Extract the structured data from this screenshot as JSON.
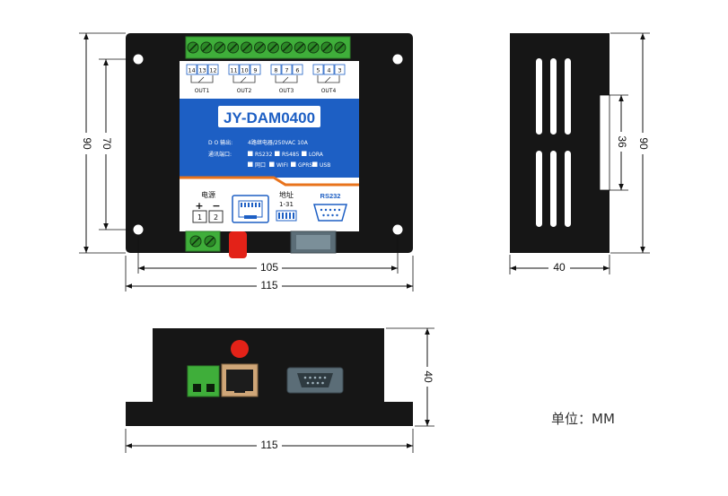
{
  "product": {
    "model": "JY-DAM0400",
    "do_output_label": "D O 输出:",
    "do_output_value": "4路继电器/250VAC 10A",
    "comm_label": "通讯端口:",
    "comm_options_row1": [
      "RS232",
      "RS485",
      "LORA"
    ],
    "comm_options_row2": [
      "网口",
      "WIFI",
      "GPRS",
      "USB"
    ]
  },
  "relay_groups": [
    {
      "pins": [
        "14",
        "13",
        "12"
      ],
      "label": "OUT1"
    },
    {
      "pins": [
        "11",
        "10",
        "9"
      ],
      "label": "OUT2"
    },
    {
      "pins": [
        "8",
        "7",
        "6"
      ],
      "label": "OUT3"
    },
    {
      "pins": [
        "5",
        "4",
        "3"
      ],
      "label": "OUT4"
    }
  ],
  "bottom_labels": {
    "power": "电源",
    "plus": "+",
    "minus": "−",
    "pin1": "1",
    "pin2": "2",
    "address": "地址",
    "address_range": "1-31",
    "rs232": "RS232"
  },
  "dimensions": {
    "front_height": "90",
    "front_inner_height": "70",
    "front_inner_width": "105",
    "front_width": "115",
    "side_inner": "36",
    "side_height": "90",
    "side_depth": "40",
    "bottom_height": "40",
    "bottom_width": "115"
  },
  "unit_note": "单位：MM",
  "colors": {
    "case": "#161616",
    "terminal_green": "#3fae3a",
    "label_blue": "#1d5fc4",
    "accent_orange": "#e8731c",
    "led_red": "#e32218",
    "port_gray": "#5b6d77"
  }
}
